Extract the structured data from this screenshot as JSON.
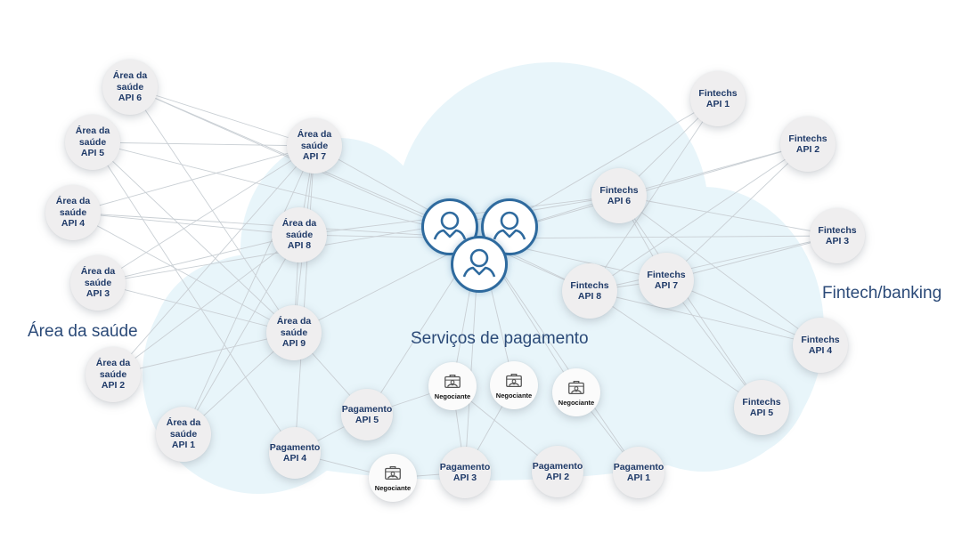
{
  "colors": {
    "cloud": "#e8f5fa",
    "node_fill": "#efeeef",
    "node_text": "#1f3a68",
    "group_label": "#2b4a78",
    "hub_stroke": "#2e6a9e",
    "edge": "#c9cfd4",
    "merchant_icon": "#555555"
  },
  "group_labels": {
    "health": "Área da saúde",
    "payments": "Serviços de pagamento",
    "fintech": "Fintech/banking"
  },
  "hub": {
    "icons": [
      "user-group-icon",
      "user-group-icon",
      "user-group-icon"
    ]
  },
  "nodes": [
    {
      "id": "h6",
      "kind": "api",
      "lines": [
        "Área da",
        "saúde",
        "API 6"
      ]
    },
    {
      "id": "h5",
      "kind": "api",
      "lines": [
        "Área da",
        "saúde",
        "API 5"
      ]
    },
    {
      "id": "h4",
      "kind": "api",
      "lines": [
        "Área da",
        "saúde",
        "API 4"
      ]
    },
    {
      "id": "h3",
      "kind": "api",
      "lines": [
        "Área da",
        "saúde",
        "API 3"
      ]
    },
    {
      "id": "h2",
      "kind": "api",
      "lines": [
        "Área da",
        "saúde",
        "API 2"
      ]
    },
    {
      "id": "h1",
      "kind": "api",
      "lines": [
        "Área da",
        "saúde",
        "API 1"
      ]
    },
    {
      "id": "h7",
      "kind": "api",
      "lines": [
        "Área da",
        "saúde",
        "API 7"
      ]
    },
    {
      "id": "h8",
      "kind": "api",
      "lines": [
        "Área da",
        "saúde",
        "API 8"
      ]
    },
    {
      "id": "h9",
      "kind": "api",
      "lines": [
        "Área da",
        "saúde",
        "API 9"
      ]
    },
    {
      "id": "f1",
      "kind": "api",
      "lines": [
        "Fintechs",
        "API 1"
      ]
    },
    {
      "id": "f2",
      "kind": "api",
      "lines": [
        "Fintechs",
        "API 2"
      ]
    },
    {
      "id": "f3",
      "kind": "api",
      "lines": [
        "Fintechs",
        "API 3"
      ]
    },
    {
      "id": "f4",
      "kind": "api",
      "lines": [
        "Fintechs",
        "API 4"
      ]
    },
    {
      "id": "f5",
      "kind": "api",
      "lines": [
        "Fintechs",
        "API 5"
      ]
    },
    {
      "id": "f6",
      "kind": "api",
      "lines": [
        "Fintechs",
        "API 6"
      ]
    },
    {
      "id": "f7",
      "kind": "api",
      "lines": [
        "Fintechs",
        "API 7"
      ]
    },
    {
      "id": "f8",
      "kind": "api",
      "lines": [
        "Fintechs",
        "API 8"
      ]
    },
    {
      "id": "p5",
      "kind": "api",
      "lines": [
        "Pagamento",
        "API 5"
      ]
    },
    {
      "id": "p4",
      "kind": "api",
      "lines": [
        "Pagamento",
        "API 4"
      ]
    },
    {
      "id": "p3",
      "kind": "api",
      "lines": [
        "Pagamento",
        "API 3"
      ]
    },
    {
      "id": "p2",
      "kind": "api",
      "lines": [
        "Pagamento",
        "API 2"
      ]
    },
    {
      "id": "p1",
      "kind": "api",
      "lines": [
        "Pagamento",
        "API 1"
      ]
    },
    {
      "id": "m1",
      "kind": "merchant",
      "lines": [
        "Negociante"
      ],
      "icon": "briefcase-handshake-icon"
    },
    {
      "id": "m2",
      "kind": "merchant",
      "lines": [
        "Negociante"
      ],
      "icon": "briefcase-handshake-icon"
    },
    {
      "id": "m3",
      "kind": "merchant",
      "lines": [
        "Negociante"
      ],
      "icon": "briefcase-handshake-icon"
    },
    {
      "id": "m4",
      "kind": "merchant",
      "lines": [
        "Negociante"
      ],
      "icon": "briefcase-handshake-icon"
    }
  ],
  "edges": [
    [
      "h6",
      "h7"
    ],
    [
      "h6",
      "hub"
    ],
    [
      "h6",
      "h9"
    ],
    [
      "h6",
      "f8"
    ],
    [
      "h5",
      "h7"
    ],
    [
      "h5",
      "hub"
    ],
    [
      "h5",
      "p4"
    ],
    [
      "h5",
      "h9"
    ],
    [
      "h4",
      "h7"
    ],
    [
      "h4",
      "h8"
    ],
    [
      "h4",
      "h9"
    ],
    [
      "h4",
      "hub"
    ],
    [
      "h3",
      "h7"
    ],
    [
      "h3",
      "h8"
    ],
    [
      "h3",
      "h9"
    ],
    [
      "h3",
      "f6"
    ],
    [
      "h2",
      "h7"
    ],
    [
      "h2",
      "h9"
    ],
    [
      "h2",
      "h8"
    ],
    [
      "h1",
      "h8"
    ],
    [
      "h1",
      "h9"
    ],
    [
      "h1",
      "h7"
    ],
    [
      "h7",
      "hub"
    ],
    [
      "h7",
      "h8"
    ],
    [
      "h7",
      "p4"
    ],
    [
      "h7",
      "h9"
    ],
    [
      "h8",
      "hub"
    ],
    [
      "h8",
      "h9"
    ],
    [
      "h8",
      "f6"
    ],
    [
      "h9",
      "hub"
    ],
    [
      "h9",
      "p5"
    ],
    [
      "hub",
      "f6"
    ],
    [
      "hub",
      "f8"
    ],
    [
      "hub",
      "f7"
    ],
    [
      "hub",
      "f1"
    ],
    [
      "hub",
      "f3"
    ],
    [
      "hub",
      "m1"
    ],
    [
      "hub",
      "m2"
    ],
    [
      "hub",
      "m3"
    ],
    [
      "hub",
      "p5"
    ],
    [
      "hub",
      "p3"
    ],
    [
      "hub",
      "p1"
    ],
    [
      "f1",
      "f6"
    ],
    [
      "f1",
      "f8"
    ],
    [
      "f2",
      "f6"
    ],
    [
      "f2",
      "f7"
    ],
    [
      "f2",
      "f8"
    ],
    [
      "f2",
      "hub"
    ],
    [
      "f3",
      "f6"
    ],
    [
      "f3",
      "f7"
    ],
    [
      "f3",
      "f8"
    ],
    [
      "f4",
      "f6"
    ],
    [
      "f4",
      "f8"
    ],
    [
      "f4",
      "f7"
    ],
    [
      "f5",
      "f6"
    ],
    [
      "f5",
      "f8"
    ],
    [
      "f5",
      "f7"
    ],
    [
      "f6",
      "f7"
    ],
    [
      "f7",
      "f8"
    ],
    [
      "m1",
      "p5"
    ],
    [
      "m1",
      "p3"
    ],
    [
      "m1",
      "p2"
    ],
    [
      "m2",
      "p3"
    ],
    [
      "m3",
      "p1"
    ],
    [
      "m4",
      "p4"
    ],
    [
      "m4",
      "p3"
    ],
    [
      "p4",
      "p5"
    ]
  ]
}
